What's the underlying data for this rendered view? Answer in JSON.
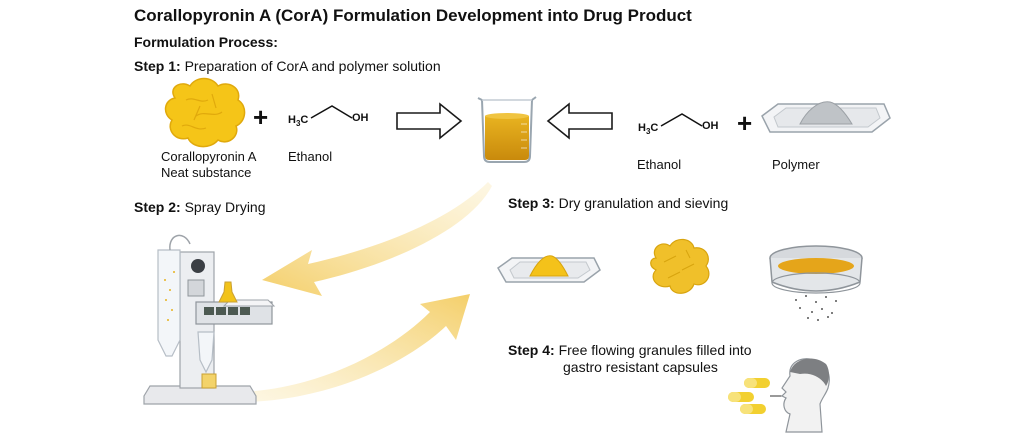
{
  "title": "Corallopyronin A (CorA) Formulation Development into Drug Product",
  "subtitle": "Formulation Process:",
  "steps": [
    {
      "label": "Step 1:",
      "text": "Preparation of CorA and polymer solution"
    },
    {
      "label": "Step 2:",
      "text": "Spray Drying"
    },
    {
      "label": "Step 3:",
      "text": "Dry granulation and sieving"
    },
    {
      "label": "Step 4:",
      "text": "Free flowing granules filled into",
      "text2": "gastro resistant capsules"
    }
  ],
  "components": {
    "cora_line1": "Corallopyronin A",
    "cora_line2": "Neat substance",
    "ethanol_left": "Ethanol",
    "ethanol_right": "Ethanol",
    "polymer": "Polymer",
    "plus": "+"
  },
  "chem": {
    "h3c": "H",
    "three": "3",
    "c": "C",
    "oh": "OH"
  },
  "colors": {
    "cora_yellow": "#f2c31a",
    "solution": "#d89a12",
    "arrow_yellow": "#f6d98a",
    "outline_arrow": "#1a1a1a"
  }
}
